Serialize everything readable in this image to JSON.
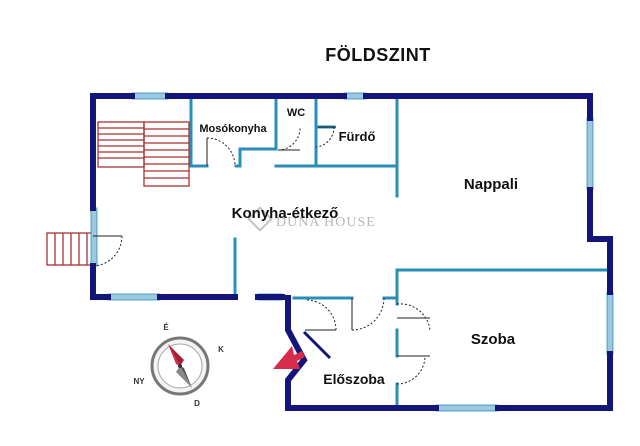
{
  "title": "FÖLDSZINT",
  "rooms": {
    "mosokonyha": "Mosókonyha",
    "wc": "WC",
    "furdo": "Fürdő",
    "konyha": "Konyha-étkező",
    "nappali": "Nappali",
    "szoba": "Szoba",
    "eloszoba": "Előszoba"
  },
  "watermark": "DUNA HOUSE",
  "compass": {
    "n": "É",
    "e": "K",
    "s": "D",
    "w": "NY"
  },
  "colors": {
    "outer_wall": "#14147a",
    "inner_wall": "#2a8fb8",
    "window": "#9cc9df",
    "stairs": "#a83232",
    "entry_arrow": "#d62b4b"
  }
}
